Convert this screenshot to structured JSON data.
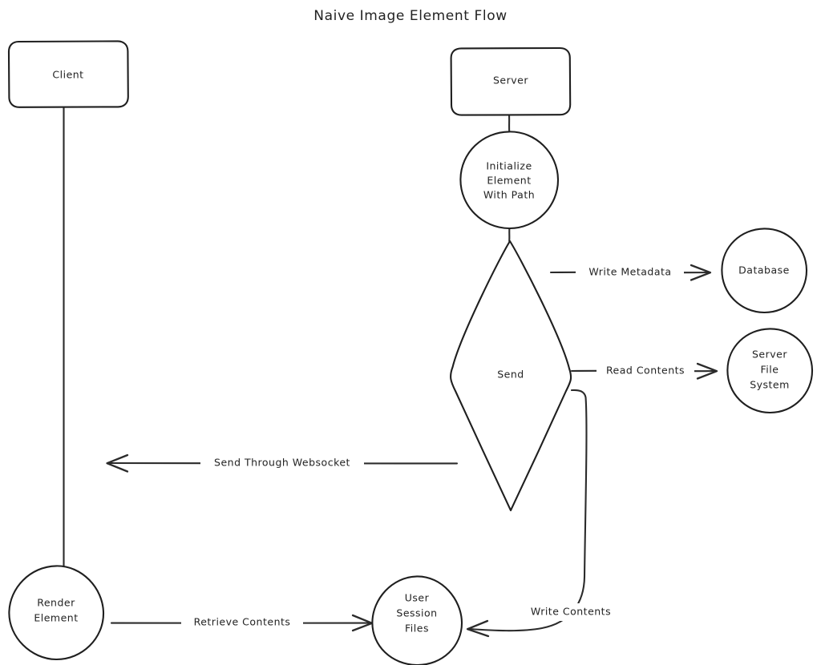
{
  "diagram": {
    "title": "Naive Image Element Flow",
    "style": "hand-drawn",
    "background_color": "#ffffff",
    "stroke_color": "#2b2b2b",
    "text_color": "#232323",
    "nodes": [
      {
        "id": "client",
        "label": "Client",
        "shape": "rounded-rect"
      },
      {
        "id": "server",
        "label": "Server",
        "shape": "rounded-rect"
      },
      {
        "id": "initialize",
        "label": "Initialize\nElement\nWith Path",
        "shape": "circle",
        "lines": [
          "Initialize",
          "Element",
          "With Path"
        ]
      },
      {
        "id": "send",
        "label": "Send",
        "shape": "diamond"
      },
      {
        "id": "database",
        "label": "Database",
        "shape": "circle",
        "lines": [
          "Database"
        ]
      },
      {
        "id": "server-file-system",
        "label": "Server\nFile\nSystem",
        "shape": "circle",
        "lines": [
          "Server",
          "File",
          "System"
        ]
      },
      {
        "id": "render-element",
        "label": "Render\nElement",
        "shape": "circle",
        "lines": [
          "Render",
          "Element"
        ]
      },
      {
        "id": "user-session-files",
        "label": "User\nSession\nFiles",
        "shape": "circle",
        "lines": [
          "User",
          "Session",
          "Files"
        ]
      }
    ],
    "edges": [
      {
        "id": "client-render",
        "from": "client",
        "to": "render-element",
        "label": "",
        "arrow": false
      },
      {
        "id": "server-initialize",
        "from": "server",
        "to": "initialize",
        "label": "",
        "arrow": false
      },
      {
        "id": "initialize-send",
        "from": "initialize",
        "to": "send",
        "label": "",
        "arrow": false
      },
      {
        "id": "send-database",
        "from": "send",
        "to": "database",
        "label": "Write Metadata",
        "arrow": true
      },
      {
        "id": "send-filesystem",
        "from": "send",
        "to": "server-file-system",
        "label": "Read Contents",
        "arrow": true
      },
      {
        "id": "send-client",
        "from": "send",
        "to": "client",
        "label": "Send Through Websocket",
        "arrow": true
      },
      {
        "id": "send-session-files",
        "from": "send",
        "to": "user-session-files",
        "label": "Write Contents",
        "arrow": true
      },
      {
        "id": "render-session-files",
        "from": "render-element",
        "to": "user-session-files",
        "label": "Retrieve Contents",
        "arrow": true
      }
    ]
  }
}
